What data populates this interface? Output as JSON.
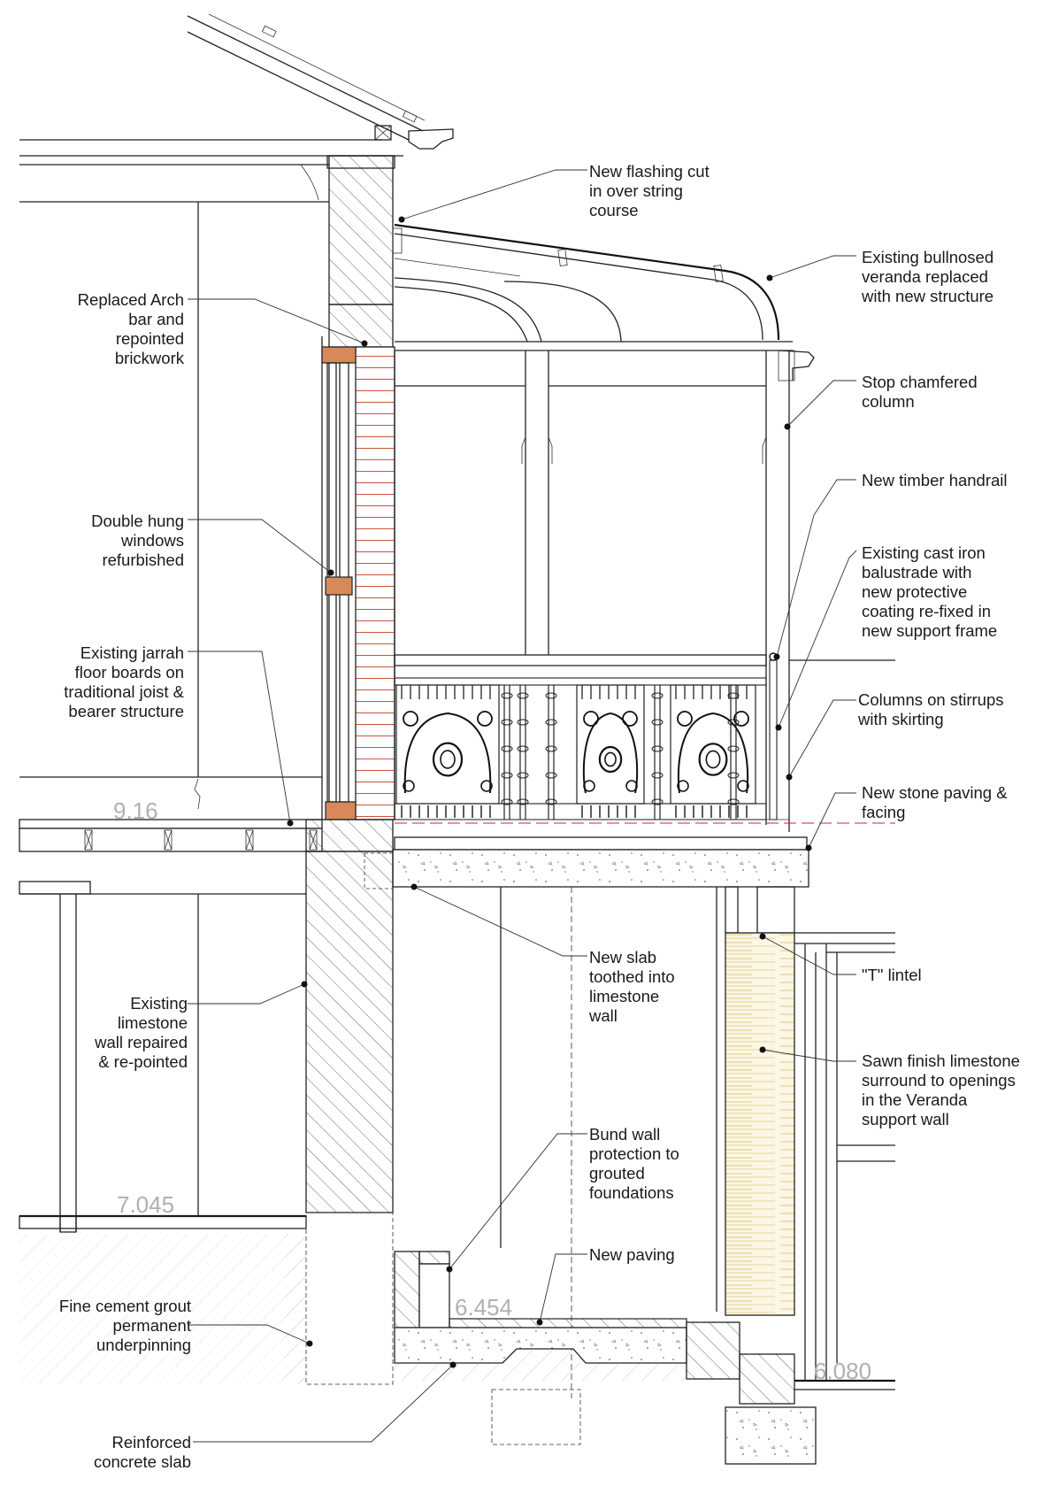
{
  "notes": {
    "flashing": [
      "New flashing cut",
      "in over string",
      "course"
    ],
    "bullnosed": [
      "Existing bullnosed",
      "veranda replaced",
      "with new structure"
    ],
    "arch": [
      "Replaced Arch",
      "bar and",
      "repointed",
      "brickwork"
    ],
    "stop_chamfered": [
      "Stop chamfered",
      "column"
    ],
    "handrail": [
      "New timber handrail"
    ],
    "double_hung": [
      "Double hung",
      "windows",
      "refurbished"
    ],
    "balustrade": [
      "Existing cast iron",
      "balustrade with",
      "new protective",
      "coating re-fixed in",
      "new support frame"
    ],
    "jarrah": [
      "Existing jarrah",
      "floor boards on",
      "traditional joist &",
      "bearer structure"
    ],
    "stirrups": [
      "Columns on stirrups",
      "with skirting"
    ],
    "stone_paving": [
      "New stone paving &",
      "facing"
    ],
    "new_slab": [
      "New slab",
      "toothed into",
      "limestone",
      "wall"
    ],
    "t_lintel": [
      "\"T\" lintel"
    ],
    "limestone_wall": [
      "Existing",
      "limestone",
      "wall repaired",
      "& re-pointed"
    ],
    "sawn_finish": [
      "Sawn finish limestone",
      "surround to openings",
      "in the Veranda",
      "support wall"
    ],
    "bund_wall": [
      "Bund wall",
      "protection to",
      "grouted",
      "foundations"
    ],
    "new_paving": [
      "New paving"
    ],
    "grout": [
      "Fine cement grout",
      "permanent",
      "underpinning"
    ],
    "reinforced_slab": [
      "Reinforced",
      "concrete slab"
    ]
  },
  "levels": {
    "upper_floor": "9.16",
    "lower_floor": "7.045",
    "paving": "6.454",
    "basement": "6.080"
  },
  "colors": {
    "line": "#222222",
    "brick": "#c8553c",
    "timber_stone": "#e8d59a",
    "level_text": "#b0b0b0",
    "datum_dash": "#e02020"
  }
}
